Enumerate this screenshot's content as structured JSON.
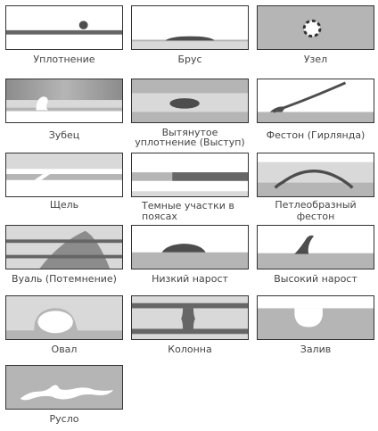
{
  "colors": {
    "light": "#d9d9d9",
    "mid": "#b5b5b5",
    "dark": "#666666",
    "darker": "#4d4d4d",
    "border": "#333333",
    "white": "#ffffff"
  },
  "items": [
    {
      "label": "Уплотнение",
      "icon": "condensation-icon"
    },
    {
      "label": "Брус",
      "icon": "bar-icon"
    },
    {
      "label": "Узел",
      "icon": "knot-icon"
    },
    {
      "label": "Зубец",
      "icon": "tooth-icon"
    },
    {
      "label": "Вытянутое уплотнение (Выступ)",
      "icon": "elongated-condensation-icon"
    },
    {
      "label": "Фестон (Гирлянда)",
      "icon": "festoon-icon"
    },
    {
      "label": "Щель",
      "icon": "gap-icon"
    },
    {
      "label": "Темные участки в поясах",
      "icon": "dark-belt-areas-icon"
    },
    {
      "label": "Петлеобразный фестон",
      "icon": "looped-festoon-icon"
    },
    {
      "label": "Вуаль (Потемнение)",
      "icon": "veil-icon"
    },
    {
      "label": "Низкий нарост",
      "icon": "low-outgrowth-icon"
    },
    {
      "label": "Высокий нарост",
      "icon": "high-outgrowth-icon"
    },
    {
      "label": "Овал",
      "icon": "oval-icon"
    },
    {
      "label": "Колонна",
      "icon": "column-icon"
    },
    {
      "label": "Залив",
      "icon": "bay-icon"
    },
    {
      "label": "Русло",
      "icon": "channel-icon"
    }
  ]
}
